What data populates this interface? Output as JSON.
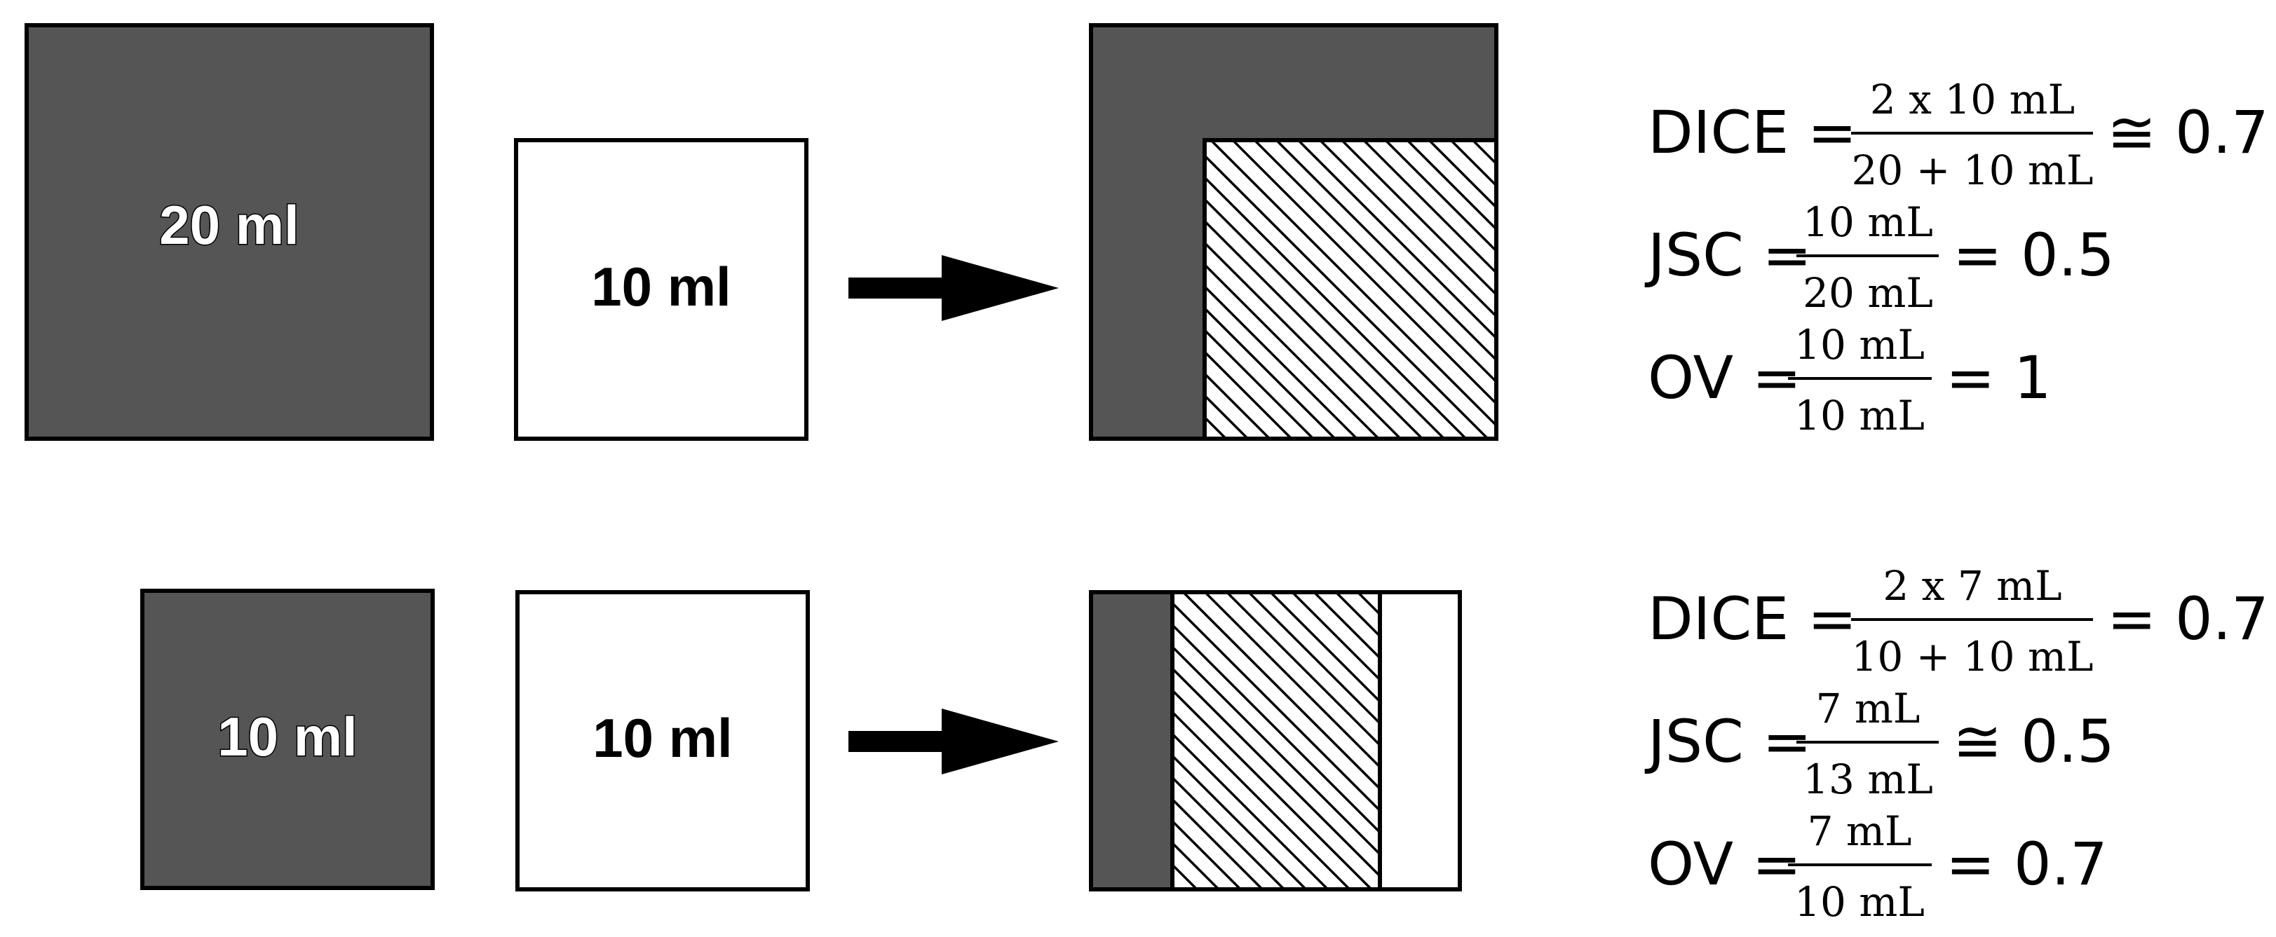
{
  "colors": {
    "dark_fill": "#555555",
    "light_fill": "#ffffff",
    "outline": "#000000",
    "hatch": "#000000"
  },
  "rows": [
    {
      "reference_label": "20 ml",
      "segmentation_label": "10 ml",
      "equations": {
        "dice": {
          "lhs": "DICE =",
          "numerator": "2 x 10 mL",
          "denominator": "20 + 10 mL",
          "rhs": "≅ 0.7"
        },
        "jsc": {
          "lhs": "JSC =",
          "numerator": "10 mL",
          "denominator": "20 mL",
          "rhs": "= 0.5"
        },
        "ov": {
          "lhs": "OV =",
          "numerator": "10 mL",
          "denominator": "10 mL",
          "rhs": "= 1"
        }
      }
    },
    {
      "reference_label": "10 ml",
      "segmentation_label": "10 ml",
      "equations": {
        "dice": {
          "lhs": "DICE =",
          "numerator": "2 x 7 mL",
          "denominator": "10 + 10 mL",
          "rhs": "= 0.7"
        },
        "jsc": {
          "lhs": "JSC =",
          "numerator": "7 mL",
          "denominator": "13 mL",
          "rhs": "≅ 0.5"
        },
        "ov": {
          "lhs": "OV =",
          "numerator": "7 mL",
          "denominator": "10 mL",
          "rhs": "= 0.7"
        }
      }
    }
  ]
}
